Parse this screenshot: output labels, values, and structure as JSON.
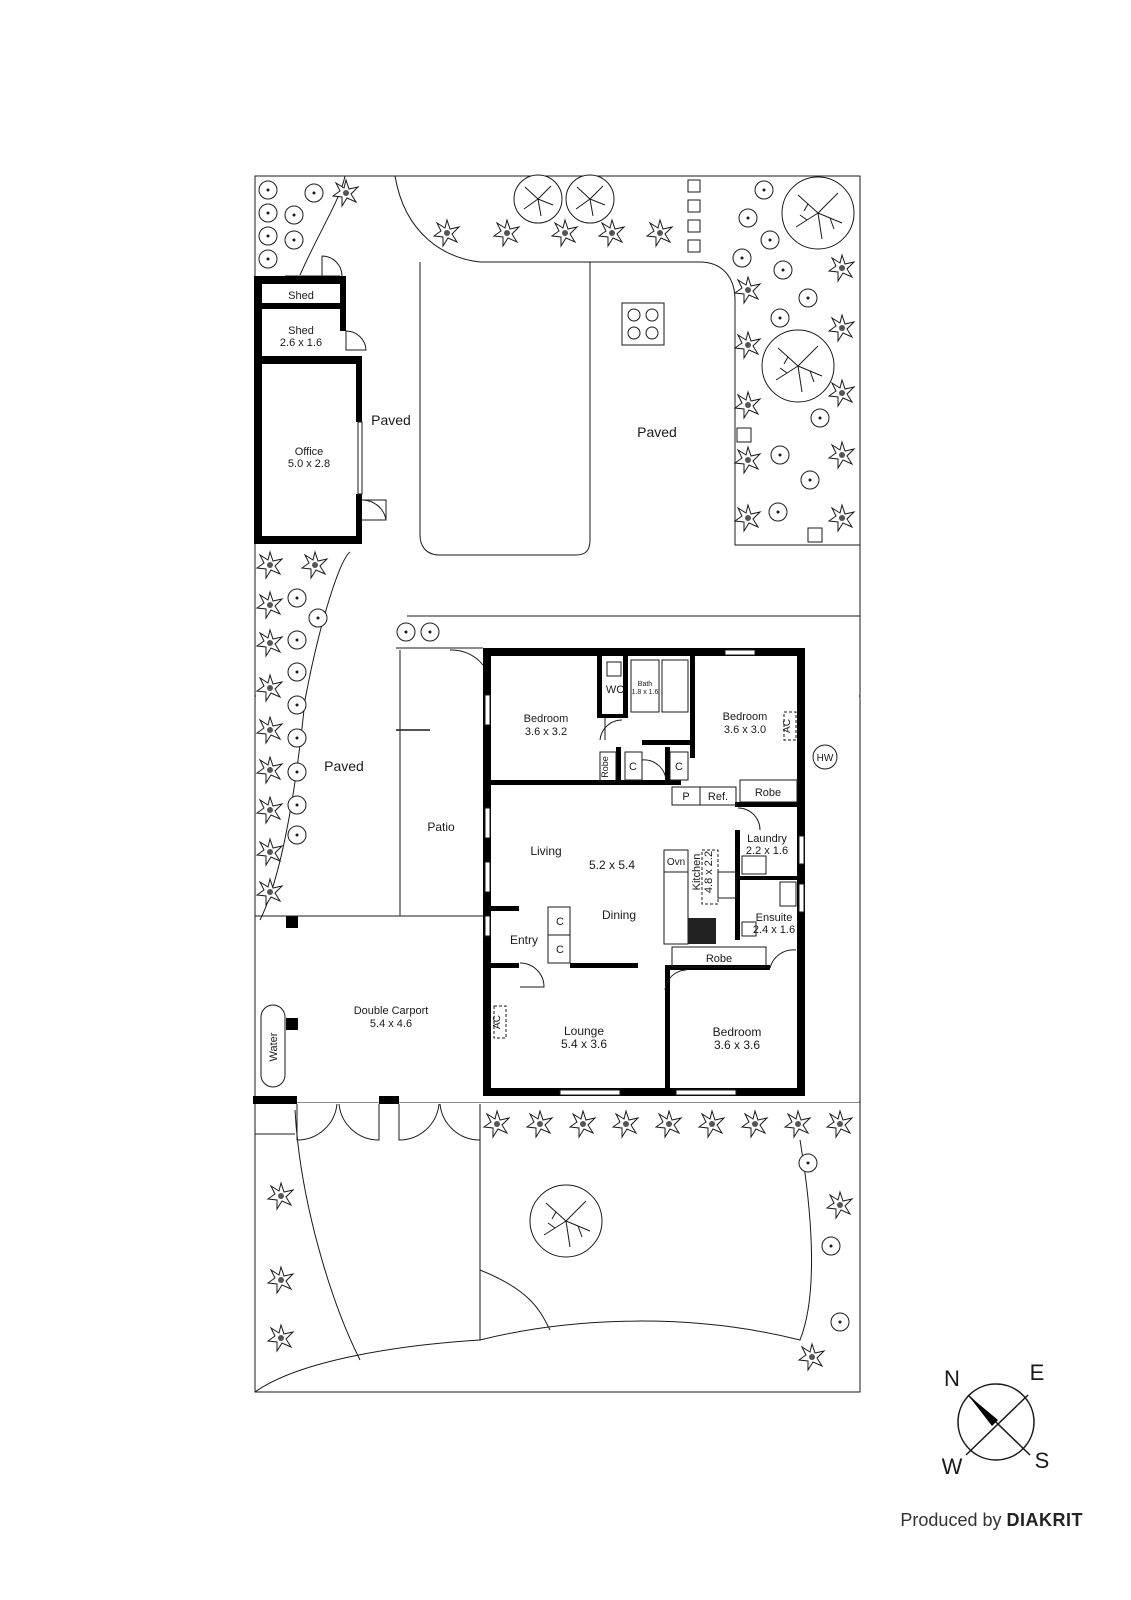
{
  "labels": {
    "shed_small": "Shed",
    "shed": "Shed",
    "shed_dim": "2.6 x 1.6",
    "office": "Office",
    "office_dim": "5.0 x 2.8",
    "paved_left_top": "Paved",
    "paved_center": "Paved",
    "paved_side": "Paved",
    "patio": "Patio",
    "bedroom1": "Bedroom",
    "bedroom1_dim": "3.6 x 3.2",
    "wc": "WC",
    "bath": "Bath",
    "bath_dim": "1.8 x 1.6",
    "bedroom2": "Bedroom",
    "bedroom2_dim": "3.6 x 3.0",
    "ac_right": "AC",
    "hw": "HW",
    "robe_b1": "Robe",
    "cupboard_1": "C",
    "cupboard_2": "C",
    "pantry": "P",
    "ref": "Ref.",
    "robe_b2": "Robe",
    "laundry": "Laundry",
    "laundry_dim": "2.2 x 1.6",
    "living": "Living",
    "living_dim": "5.2 x 5.4",
    "oven": "Ovn",
    "kitchen": "Kitchen",
    "kitchen_dim": "4.8 x 2.2",
    "dining": "Dining",
    "ensuite": "Ensuite",
    "ensuite_dim": "2.4 x 1.6",
    "cupboard_3": "C",
    "cupboard_4": "C",
    "entry": "Entry",
    "robe_b3": "Robe",
    "carport": "Double Carport",
    "carport_dim": "5.4 x 4.6",
    "ac_left": "AC",
    "water": "Water",
    "lounge": "Lounge",
    "lounge_dim": "5.4 x 3.6",
    "bedroom3": "Bedroom",
    "bedroom3_dim": "3.6 x 3.6"
  },
  "compass": {
    "n": "N",
    "e": "E",
    "s": "S",
    "w": "W"
  },
  "credit": {
    "prefix": "Produced by",
    "brand": "DIAKRIT"
  }
}
